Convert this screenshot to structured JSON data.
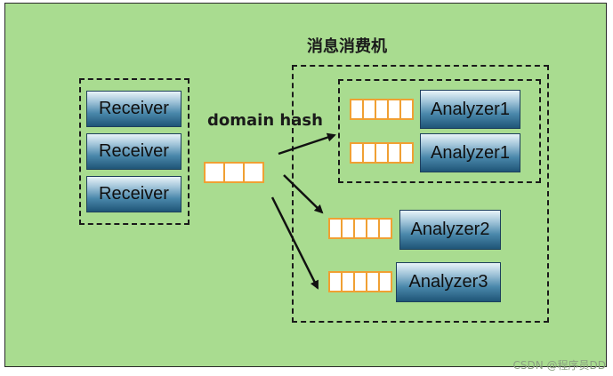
{
  "title": "消息消费机",
  "hash_label": "domain hash",
  "receivers": [
    "Receiver",
    "Receiver",
    "Receiver"
  ],
  "analyzers": [
    "Analyzer1",
    "Analyzer1",
    "Analyzer2",
    "Analyzer3"
  ],
  "watermark": "CSDN @程序员DD",
  "colors": {
    "background": "#a9dc90",
    "queue_border": "#f0a033",
    "box_gradient_top": "#e8f3f8",
    "box_gradient_bottom": "#1f5577",
    "arrow": "#111111"
  }
}
